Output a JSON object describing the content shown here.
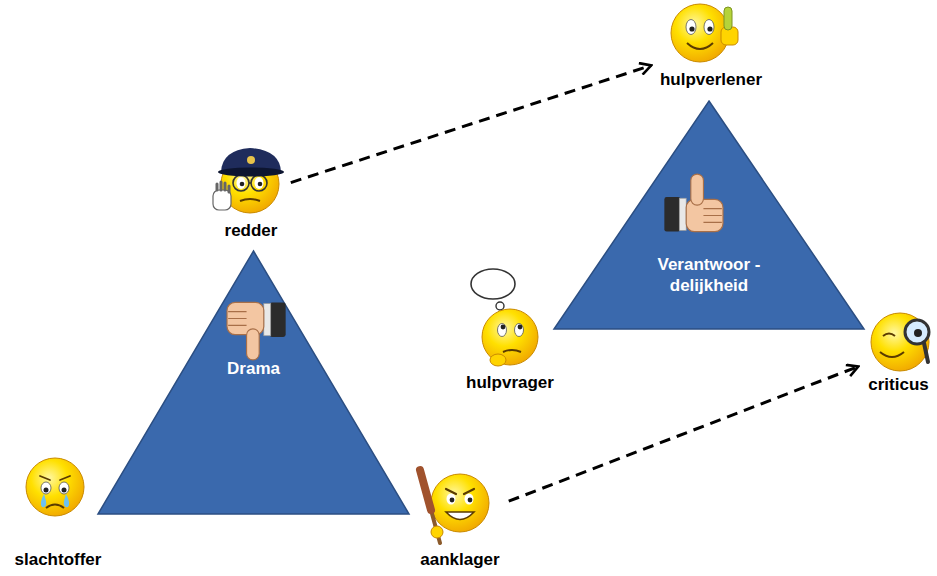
{
  "diagram": {
    "nodes": [
      {
        "text": [
          "redder"
        ]
      },
      {
        "text": [
          "Drama"
        ]
      },
      {
        "text": [
          "slachtoffer"
        ]
      },
      {
        "text": [
          "aanklager"
        ]
      },
      {
        "text": [
          "hulpverlener"
        ]
      },
      {
        "text": [
          "Verantwoor -delijkheid"
        ]
      },
      {
        "text": [
          "hulpvrager"
        ]
      },
      {
        "text": [
          "criticus"
        ]
      }
    ],
    "edges": [
      {
        "from": 0,
        "to": 4,
        "arrow": "to"
      },
      {
        "from": 3,
        "to": 7,
        "arrow": "to"
      }
    ]
  }
}
